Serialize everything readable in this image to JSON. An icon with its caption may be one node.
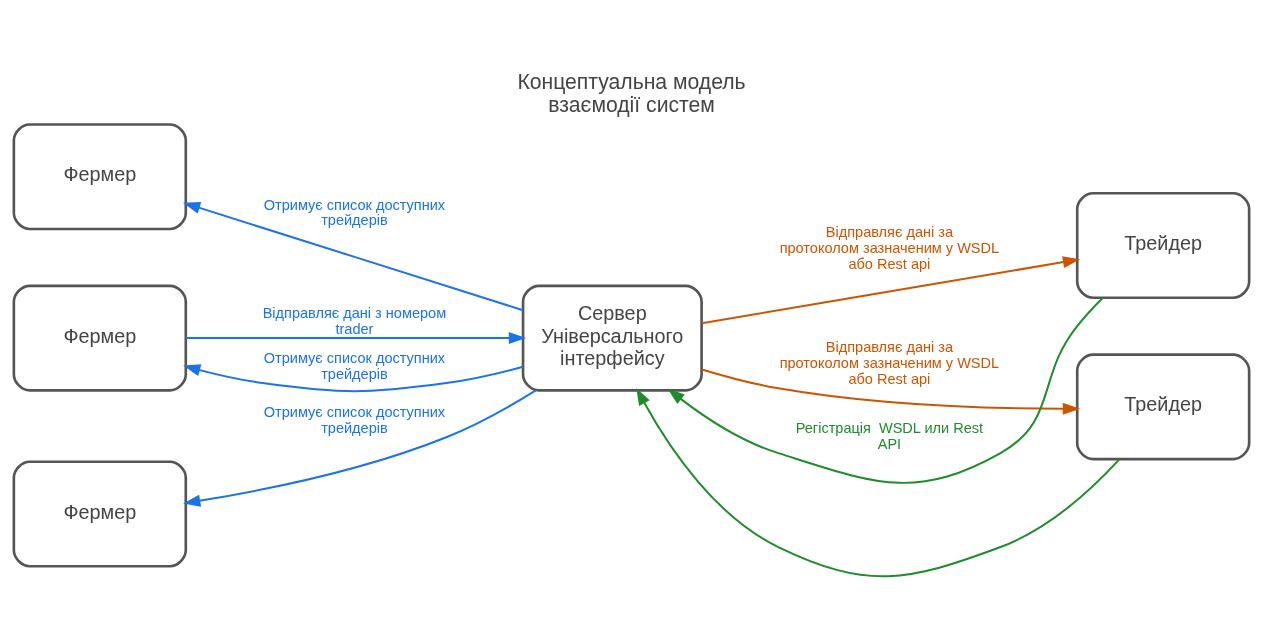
{
  "diagram": {
    "title": "Концептуальна модель взаємодії систем",
    "nodes": [
      {
        "text": [
          "Фермер"
        ]
      },
      {
        "text": [
          "Фермер"
        ]
      },
      {
        "text": [
          "Фермер"
        ]
      },
      {
        "text": [
          "Сервер Універсального інтерфейсу"
        ]
      },
      {
        "text": [
          "Трейдер"
        ]
      },
      {
        "text": [
          "Трейдер"
        ]
      }
    ],
    "edges": [
      {
        "from": 3,
        "to": 0,
        "arrow": "to",
        "label": "Отримує список доступних трейдерів",
        "color": "#1a73e8"
      },
      {
        "from": 1,
        "to": 3,
        "arrow": "to",
        "label": "Відправляє дані з номером trader",
        "color": "#1a73e8"
      },
      {
        "from": 3,
        "to": 1,
        "arrow": "to",
        "label": "Отримує список доступних трейдерів",
        "color": "#1a73e8"
      },
      {
        "from": 3,
        "to": 2,
        "arrow": "to",
        "label": "Отримує список доступних трейдерів",
        "color": "#1a73e8"
      },
      {
        "from": 3,
        "to": 4,
        "arrow": "to",
        "label": "Відправляє дані за протоколом зазначеним у WSDL або Rest api",
        "color": "#cc5500"
      },
      {
        "from": 4,
        "to": 3,
        "arrow": "to",
        "label": "Регістрація  WSDL или Rest API",
        "color": "#1e8c2a"
      },
      {
        "from": 5,
        "to": 3,
        "arrow": "to",
        "color": "#1e8c2a"
      },
      {
        "from": 3,
        "to": 5,
        "arrow": "to",
        "label": "Відправляє дані за протоколом зазначеним у WSDL або Rest api",
        "color": "#cc5500"
      }
    ]
  }
}
